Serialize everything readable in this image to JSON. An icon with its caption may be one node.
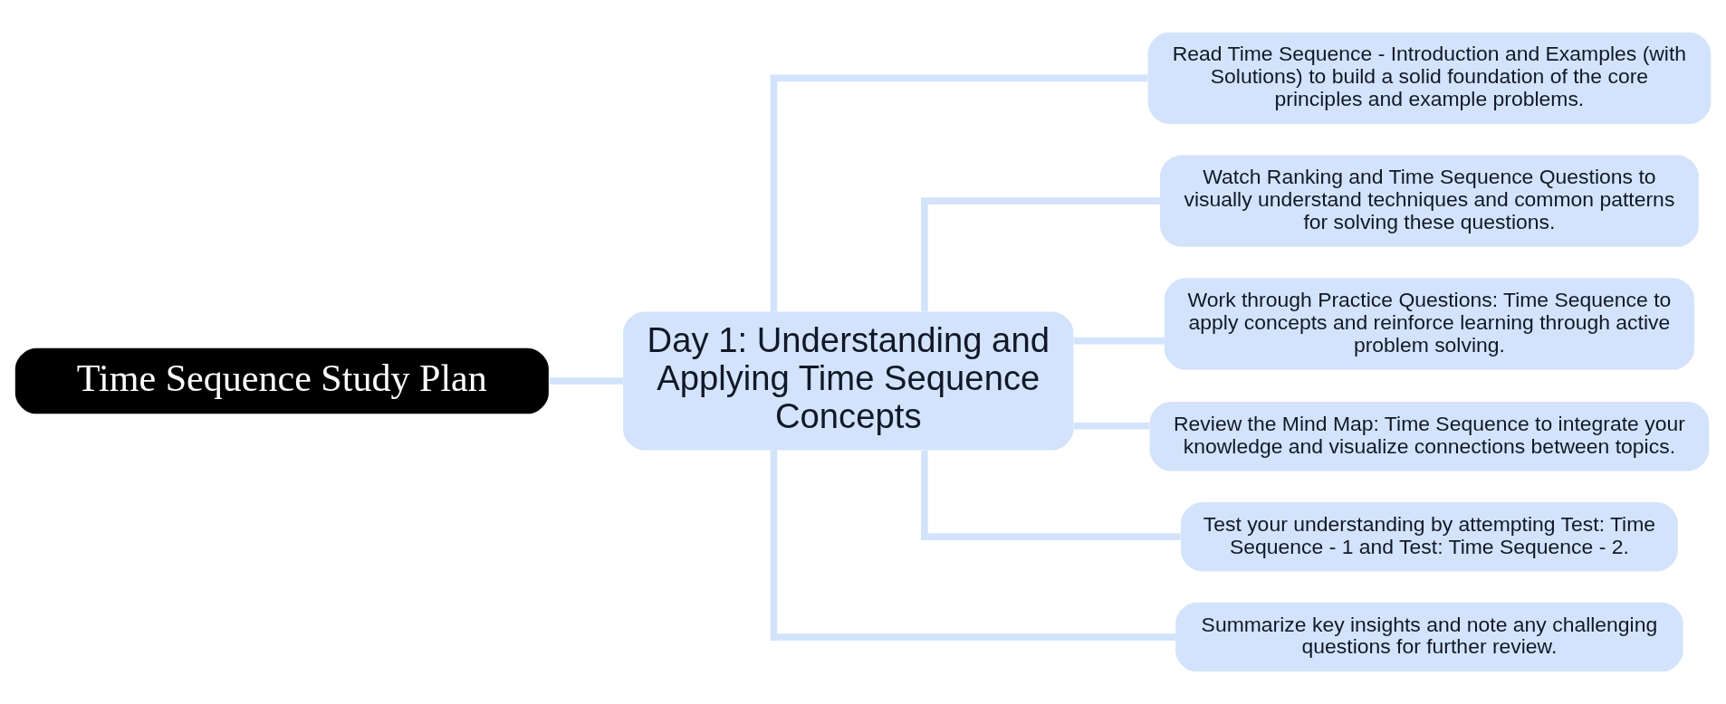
{
  "diagram": {
    "nodes": [
      {
        "text": [
          "Time Sequence Study Plan"
        ]
      },
      {
        "text": [
          "Day 1: Understanding and Applying Time Sequence Concepts"
        ]
      },
      {
        "text": [
          "Read Time Sequence - Introduction and Examples (with Solutions) to build a solid foundation of the core principles and example problems."
        ]
      },
      {
        "text": [
          "Watch Ranking and Time Sequence Questions to visually understand techniques and common patterns for solving these questions."
        ]
      },
      {
        "text": [
          "Work through Practice Questions: Time Sequence to apply concepts and reinforce learning through active problem solving."
        ]
      },
      {
        "text": [
          "Review the Mind Map: Time Sequence to integrate your knowledge and visualize connections between topics."
        ]
      },
      {
        "text": [
          "Test your understanding by attempting Test: Time Sequence - 1 and Test: Time Sequence - 2."
        ]
      },
      {
        "text": [
          "Summarize key insights and note any challenging questions for further review."
        ]
      }
    ],
    "edges": [
      {
        "from": 0,
        "to": 1,
        "arrow": "none"
      },
      {
        "from": 1,
        "to": 2,
        "arrow": "none"
      },
      {
        "from": 1,
        "to": 3,
        "arrow": "none"
      },
      {
        "from": 1,
        "to": 4,
        "arrow": "none"
      },
      {
        "from": 1,
        "to": 5,
        "arrow": "none"
      },
      {
        "from": 1,
        "to": 6,
        "arrow": "none"
      },
      {
        "from": 1,
        "to": 7,
        "arrow": "none"
      }
    ]
  }
}
